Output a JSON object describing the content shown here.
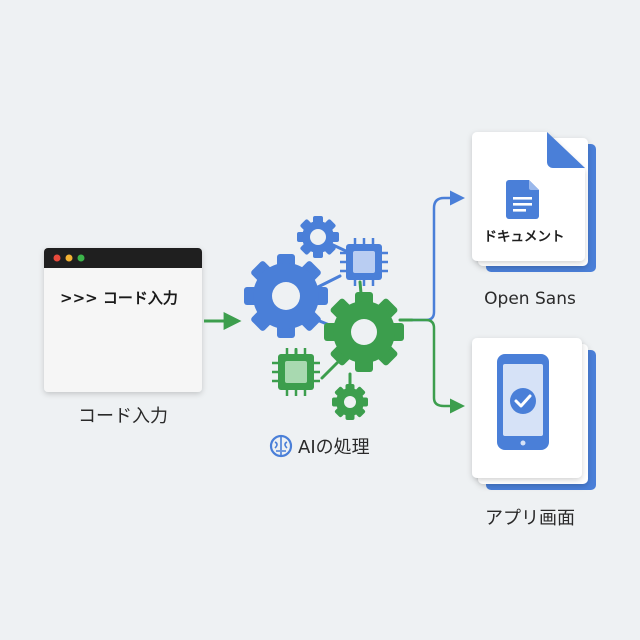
{
  "input": {
    "window_prompt": ">>> コード入力",
    "caption": "コード入力"
  },
  "processing": {
    "caption": "AIの処理",
    "icon": "brain-icon"
  },
  "outputs": [
    {
      "icon": "document-icon",
      "card_label": "ドキュメント",
      "caption": "Open Sans"
    },
    {
      "icon": "smartphone-check-icon",
      "card_label": "",
      "caption": "アプリ画面"
    }
  ],
  "colors": {
    "blue": "#4a7fd8",
    "green": "#3c9e4d",
    "titlebar": "#1f1f1f",
    "dot_red": "#e84a3c",
    "dot_yellow": "#f2b233",
    "dot_green": "#3cb44a"
  }
}
